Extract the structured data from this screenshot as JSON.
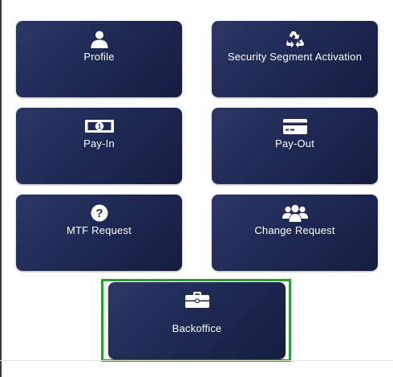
{
  "menu": {
    "tiles": [
      {
        "label": "Profile",
        "icon": "user-icon"
      },
      {
        "label": "Security Segment Activation",
        "icon": "recycle-icon"
      },
      {
        "label": "Pay-In",
        "icon": "banknote-icon"
      },
      {
        "label": "Pay-Out",
        "icon": "credit-card-icon"
      },
      {
        "label": "MTF Request",
        "icon": "question-circle-icon"
      },
      {
        "label": "Change Request",
        "icon": "users-icon"
      },
      {
        "label": "Backoffice",
        "icon": "briefcase-icon"
      }
    ],
    "highlight_color": "#2e9a3a",
    "tile_color": "#1f2a55"
  }
}
